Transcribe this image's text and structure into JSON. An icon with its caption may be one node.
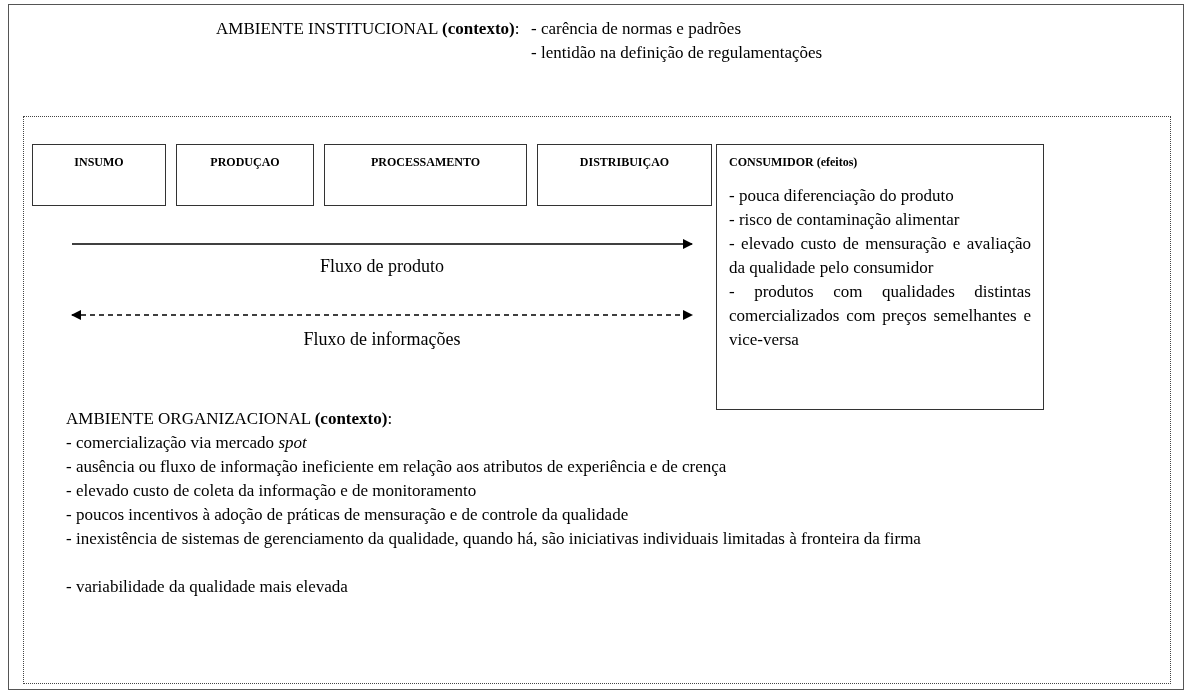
{
  "diagram": {
    "nodes": [
      {
        "text": [
          "AMBIENTE INSTITUCIONAL **(contexto)**:",
          "- carência de normas e padrões",
          "- lentidão na definição de regulamentações"
        ]
      },
      {
        "text": [
          "AMBIENTE ORGANIZACIONAL **(contexto)**:",
          "- comercialização via mercado *spot*",
          "- ausência ou fluxo de informação ineficiente em relação aos atributos de experiência e de crença",
          "- elevado custo de coleta da informação e de monitoramento",
          "- poucos incentivos à adoção de práticas de mensuração e de controle da qualidade",
          "- inexistência de sistemas de gerenciamento da qualidade, quando há, são iniciativas individuais limitadas à fronteira da firma",
          "- variabilidade da qualidade mais elevada"
        ],
        "in": 0
      },
      {
        "text": [
          "INSUMO"
        ],
        "in": 1
      },
      {
        "text": [
          "PRODUÇAO"
        ],
        "in": 1
      },
      {
        "text": [
          "PROCESSAMENTO"
        ],
        "in": 1
      },
      {
        "text": [
          "DISTRIBUIÇAO"
        ],
        "in": 1
      },
      {
        "text": [
          "CONSUMIDOR **(efeitos)**",
          "- pouca diferenciação do produto",
          "- risco de contaminação alimentar",
          "- elevado custo de mensuração e avaliação da qualidade pelo consumidor",
          "- produtos com qualidades distintas comercializados com preços semelhantes e vice-versa"
        ],
        "in": 1
      }
    ],
    "edges": [],
    "labels": [
      "Fluxo de produto",
      "Fluxo de informações"
    ]
  }
}
